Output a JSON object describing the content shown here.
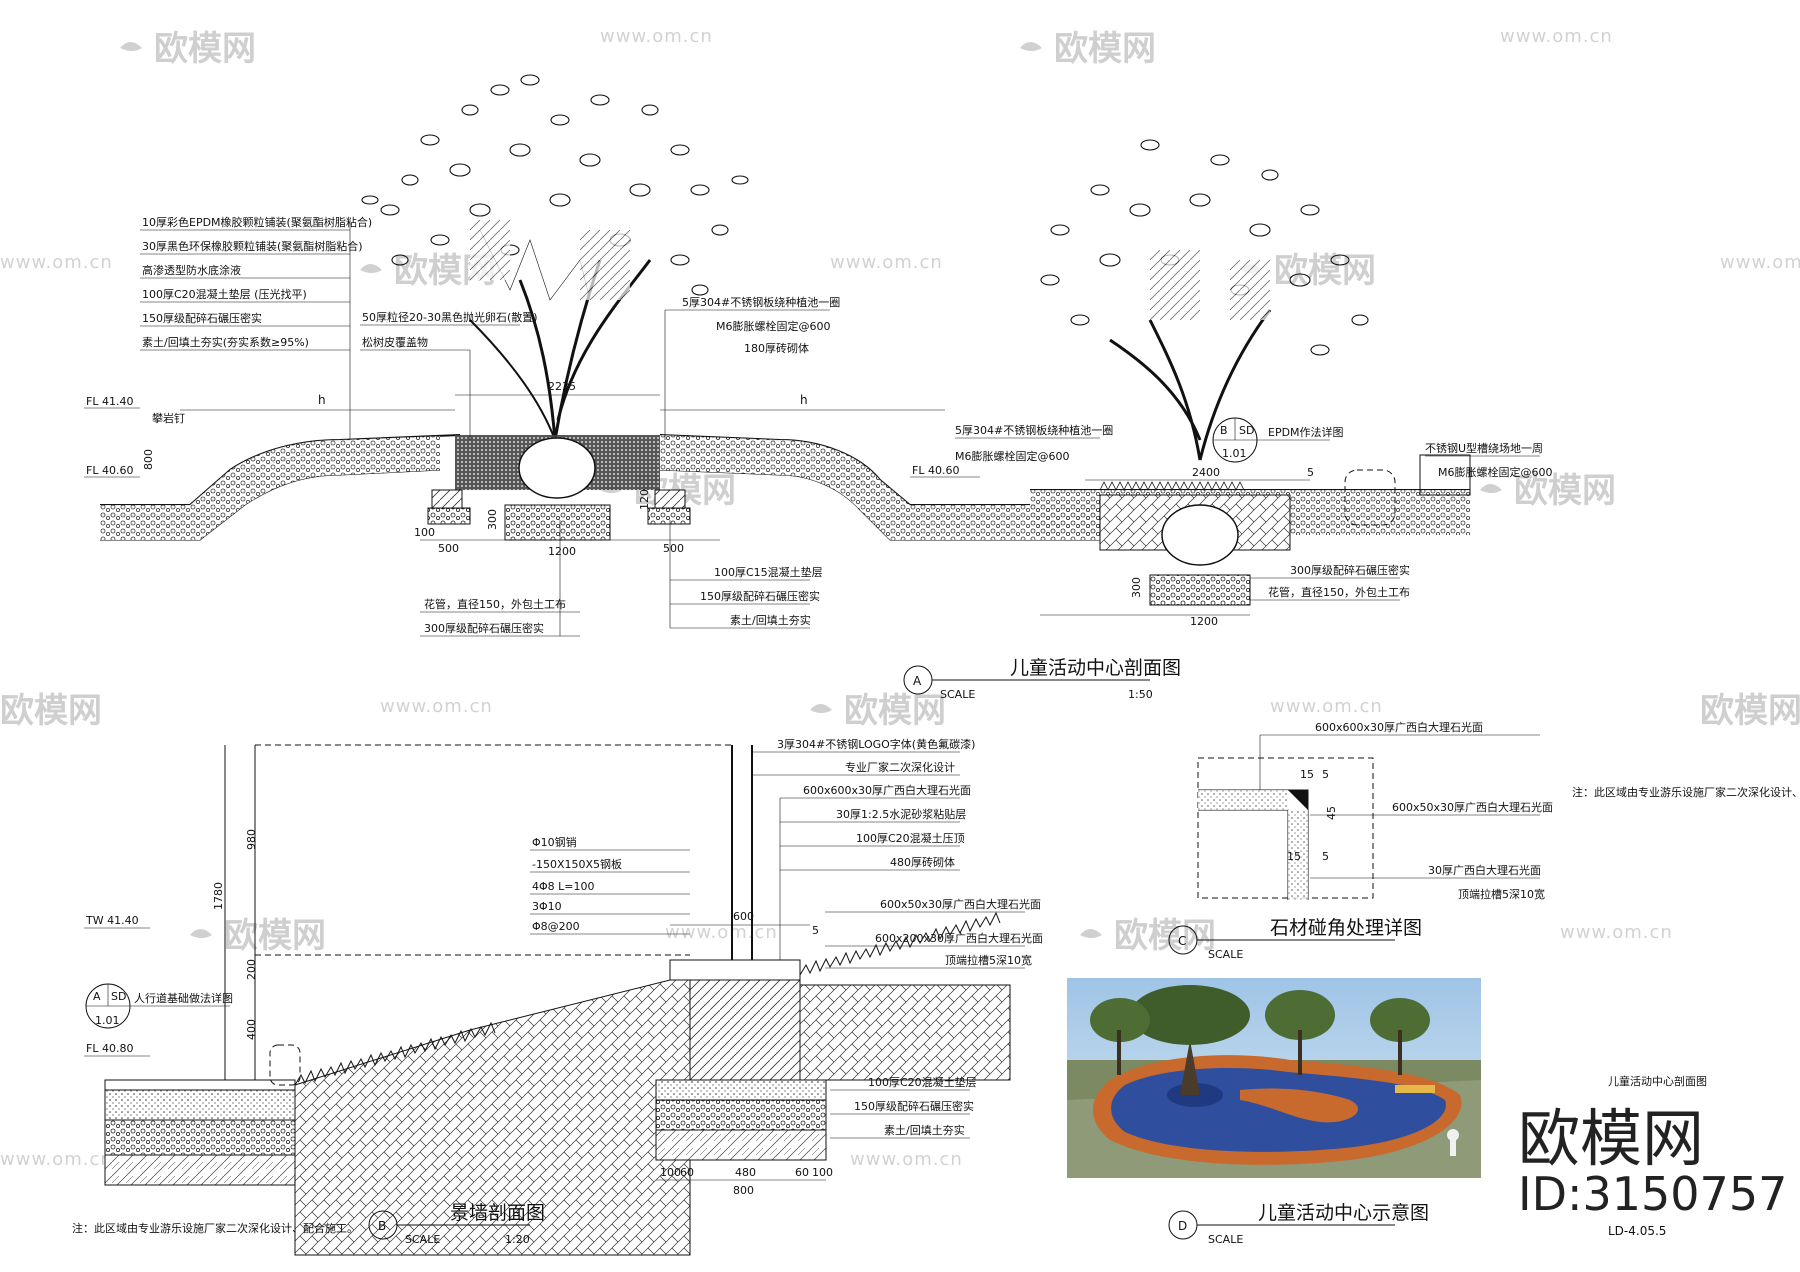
{
  "watermark": {
    "brand": "欧模网",
    "url": "www.om.cn"
  },
  "section_a": {
    "layers": [
      "10厚彩色EPDM橡胶颗粒铺装(聚氨酯树脂粘合)",
      "30厚黑色环保橡胶颗粒铺装(聚氨酯树脂粘合)",
      "高渗透型防水底涂液",
      "100厚C20混凝土垫层 (压光找平)",
      "150厚级配碎石碾压密实",
      "素土/回填土夯实(夯实系数≥95%)"
    ],
    "stone_note": "50厚粒径20-30黑色抛光卵石(散置)",
    "bark_note": "松树皮覆盖物",
    "steel_ring": "5厚304#不锈钢板绕种植池一圈",
    "anchor": "M6膨胀螺栓固定@600",
    "brick": "180厚砖砌体",
    "steel_ring_right": "5厚304#不锈钢板绕种植池一圈",
    "anchor_right": "M6膨胀螺栓固定@600",
    "epdm_detail": "EPDM作法详图",
    "u_channel": "不锈钢U型槽绕场地一周",
    "u_channel_anchor": "M6膨胀螺栓固定@600",
    "fl_1": "FL 41.40",
    "fl_2": "FL 40.60",
    "fl_3": "FL 40.60",
    "climb_nail": "攀岩钉",
    "dim_h": "h",
    "dim_h2": "h",
    "dim_2235": "2235",
    "dim_2400": "2400",
    "dim_800": "800",
    "dim_500": "500",
    "dim_500b": "500",
    "dim_1200": "1200",
    "dim_1200b": "1200",
    "dim_300": "300",
    "dim_300b": "300",
    "dim_100": "100",
    "dim_5": "5",
    "dim_120": "120",
    "bottom_left_1": "花管，直径150，外包土工布",
    "bottom_left_2": "300厚级配碎石碾压密实",
    "bottom_mid_1": "100厚C15混凝土垫层",
    "bottom_mid_2": "150厚级配碎石碾压密实",
    "bottom_mid_3": "素土/回填土夯实",
    "bottom_right_1": "300厚级配碎石碾压密实",
    "bottom_right_2": "花管，直径150，外包土工布",
    "sd_top": "B",
    "sd_top_sd": "SD",
    "sd_top_num": "1.01",
    "title_letter": "A",
    "title": "儿童活动中心剖面图",
    "scale_label": "SCALE",
    "scale": "1:50"
  },
  "section_b": {
    "logo_note": "3厚304#不锈钢LOGO字体(黄色氟碳漆)",
    "factory_note": "专业厂家二次深化设计",
    "marble_1": "600x600x30厚广西白大理石光面",
    "mortar": "30厚1:2.5水泥砂浆粘贴层",
    "concrete_top": "100厚C20混凝土压顶",
    "brick": "480厚砖砌体",
    "pin": "Φ10钢销",
    "plate": "-150X150X5钢板",
    "rebar_1": "4Φ8 L=100",
    "rebar_2": "3Φ10",
    "rebar_3": "Φ8@200",
    "marble_2": "600x50x30厚广西白大理石光面",
    "marble_3": "600x200x30厚广西白大理石光面",
    "groove": "顶端拉槽5深10宽",
    "concrete_base": "100厚C20混凝土垫层",
    "gravel": "150厚级配碎石碾压密实",
    "soil": "素土/回填土夯实",
    "tw": "TW 41.40",
    "fl": "FL 40.80",
    "detail_ref": "人行道基础做法详图",
    "sd_letter": "A",
    "sd_sd": "SD",
    "sd_num": "1.01",
    "dim_1780": "1780",
    "dim_980": "980",
    "dim_200": "200",
    "dim_400": "400",
    "dim_600": "600",
    "dim_5": "5",
    "dim_100": "100",
    "dim_60": "60",
    "dim_480": "480",
    "dim_60b": "60",
    "dim_100b": "100",
    "dim_800": "800",
    "note": "注：此区域由专业游乐设施厂家二次深化设计、配合施工。",
    "title_letter": "B",
    "title": "景墙剖面图",
    "scale_label": "SCALE",
    "scale": "1:20"
  },
  "section_c": {
    "marble_top": "600x600x30厚广西白大理石光面",
    "marble_side": "600x50x30厚广西白大理石光面",
    "marble_front": "30厚广西白大理石光面",
    "groove": "顶端拉槽5深10宽",
    "dim_15": "15",
    "dim_5": "5",
    "dim_45": "45",
    "dim_15b": "15",
    "dim_5b": "5",
    "title_letter": "C",
    "title": "石材碰角处理详图",
    "scale_label": "SCALE"
  },
  "section_d": {
    "title_letter": "D",
    "title": "儿童活动中心示意图",
    "scale_label": "SCALE",
    "caption": "儿童活动中心剖面图"
  },
  "note_right": "注：此区域由专业游乐设施厂家二次深化设计、配合施工。",
  "brand_name": "欧模网",
  "brand_id": "ID:3150757",
  "sheet_code": "LD-4.05.5"
}
